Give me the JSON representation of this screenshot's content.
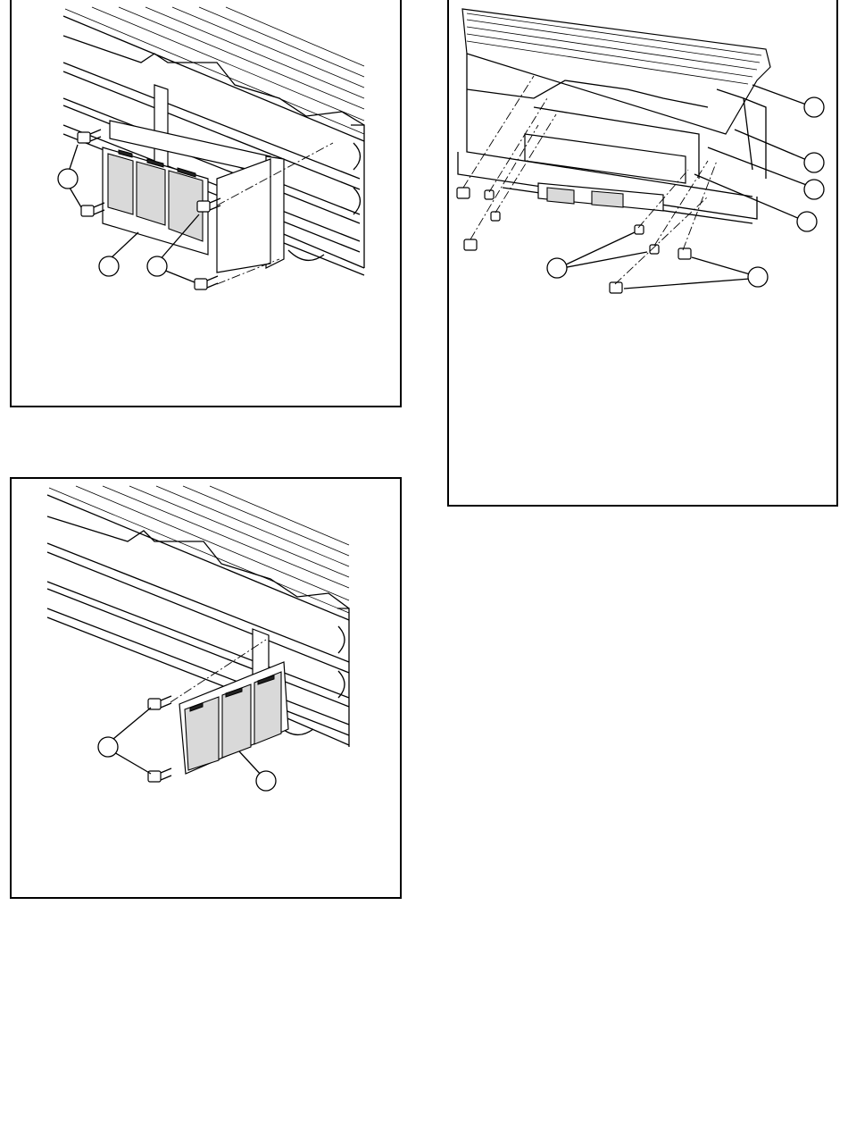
{
  "figures": [
    {
      "id": "a",
      "callouts": 3,
      "type": "illustration"
    },
    {
      "id": "b",
      "callouts": 6,
      "type": "illustration"
    },
    {
      "id": "c",
      "callouts": 2,
      "type": "illustration"
    }
  ],
  "colors": {
    "line": "#000000",
    "background": "#ffffff",
    "shade": "#d9d9d9"
  }
}
